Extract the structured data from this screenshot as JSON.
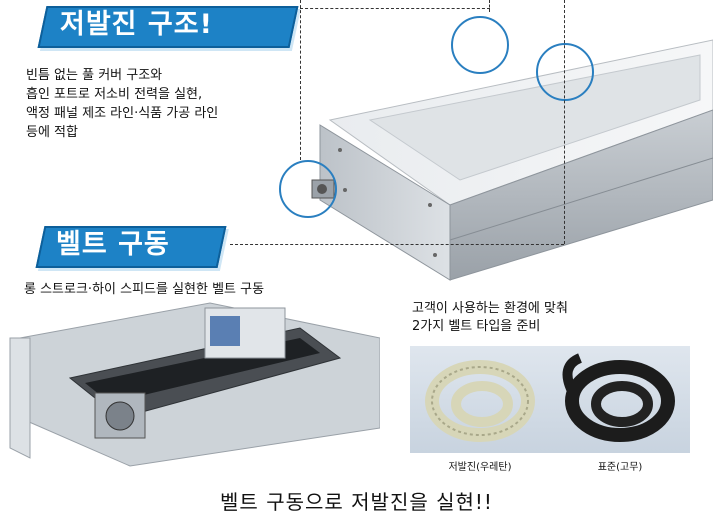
{
  "section1": {
    "title": "저발진 구조!",
    "lines": [
      "빈틈 없는 풀 커버 구조와",
      "흡인 포트로 저소비 전력을 실현,",
      "액정 패널 제조 라인·식품 가공 라인",
      "등에 적합"
    ]
  },
  "section2": {
    "title": "벨트 구동",
    "subtitle": "롱 스트로크·하이 스피드를 실현한 벨트 구동"
  },
  "belt_types": {
    "intro_lines": [
      "고객이 사용하는 환경에 맞춰",
      "2가지 벨트 타입을 준비"
    ],
    "types": [
      {
        "caption": "저발진(우레탄)"
      },
      {
        "caption": "표준(고무)"
      }
    ]
  },
  "footer": {
    "text": "벨트 구동으로 저발진을 실현!!"
  },
  "colors": {
    "banner": "#1d82c6",
    "callout_circle": "#2a7fc0"
  }
}
